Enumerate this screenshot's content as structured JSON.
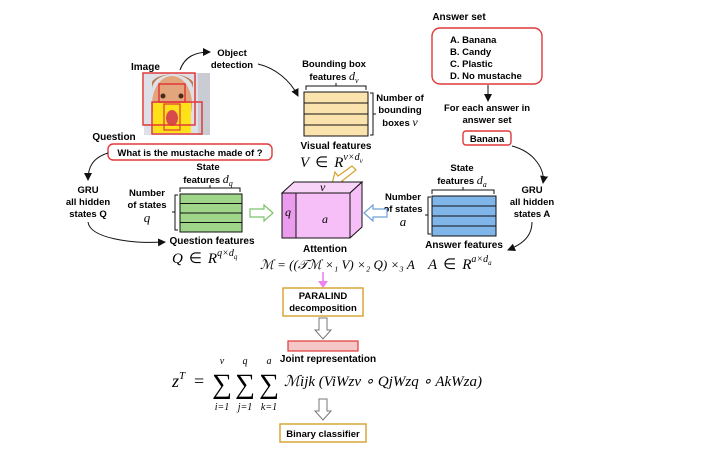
{
  "answer_set": {
    "title": "Answer set",
    "items": [
      "A. Banana",
      "B. Candy",
      "C. Plastic",
      "D. No mustache"
    ]
  },
  "image_label": "Image",
  "object_detection": [
    "Object",
    "detection"
  ],
  "bbox_features": [
    "Bounding box",
    "features"
  ],
  "bbox_features_sym": "d",
  "bbox_features_sub": "v",
  "num_boxes": [
    "Number of",
    "bounding",
    "boxes"
  ],
  "num_boxes_sym": "v",
  "visual_features": "Visual features",
  "visual_eq": {
    "lhs": "V",
    "in": "∈",
    "R": "R",
    "sup": "v×d",
    "sup_sub": "v"
  },
  "for_each": [
    "For each answer in",
    "answer set"
  ],
  "current_answer": "Banana",
  "question_label": "Question",
  "question_text": "What is the mustache made of ?",
  "gru_q": [
    "GRU",
    "all hidden",
    "states Q"
  ],
  "gru_a": [
    "GRU",
    "all hidden",
    "states A"
  ],
  "state_features_q": [
    "State",
    "features"
  ],
  "state_features_q_sym": "d",
  "state_features_q_sub": "q",
  "num_states_q": [
    "Number",
    "of states"
  ],
  "num_states_q_sym": "q",
  "state_features_a": [
    "State",
    "features"
  ],
  "state_features_a_sym": "d",
  "state_features_a_sub": "a",
  "num_states_a": [
    "Number",
    "of states"
  ],
  "num_states_a_sym": "a",
  "question_features": "Question features",
  "answer_features": "Answer features",
  "cube": {
    "top": "v",
    "left": "q",
    "front": "a"
  },
  "attention": "Attention",
  "q_eq": {
    "lhs": "Q",
    "in": "∈",
    "R": "R",
    "sup": "q×d",
    "sup_sub": "q"
  },
  "a_eq": {
    "lhs": "A",
    "in": "∈",
    "R": "R",
    "sup": "a×d",
    "sup_sub": "a"
  },
  "attention_eq": "ℳ = ((𝒯ℳ ×₁ V) ×₂ Q) ×₃ A",
  "paralind": [
    "PARALIND",
    "decomposition"
  ],
  "joint_representation": "Joint representation",
  "z_formula": {
    "lhs": "z",
    "lhs_sup": "T",
    "equals": "=",
    "sums": [
      {
        "top": "v",
        "bottom": "i=1"
      },
      {
        "top": "q",
        "bottom": "j=1"
      },
      {
        "top": "a",
        "bottom": "k=1"
      }
    ],
    "body": "ℳijk (ViWzv ∘ QjWzq ∘ AkWza)"
  },
  "binary_classifier": "Binary classifier",
  "colors": {
    "red": "#e0393a",
    "gold": "#d4a12c",
    "pink": "#ee82ee",
    "bbox_fill": "#fbe3ad",
    "q_fill": "#9fd68a",
    "a_fill": "#80b5ea",
    "cube_front": "#f7bff7",
    "cube_top": "#f9d4f9",
    "cube_side": "#ec9cec",
    "joint_fill": "#f6c7c7"
  }
}
